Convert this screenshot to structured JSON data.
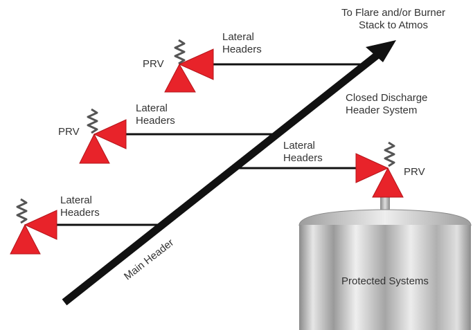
{
  "colors": {
    "pipe": "#111111",
    "valve_red": "#e8232a",
    "valve_red_dark": "#b3141a",
    "spring": "#555555",
    "tank_light": "#e9e9e9",
    "tank_dark": "#8a8a8a",
    "text": "#333333"
  },
  "labels": {
    "flare_line1": "To Flare and/or Burner",
    "flare_line2": "Stack to Atmos",
    "closed_line1": "Closed Discharge",
    "closed_line2": "Header System",
    "main_header": "Main Header",
    "protected_systems": "Protected Systems"
  },
  "laterals": [
    {
      "line1": "Lateral",
      "line2": "Headers",
      "valve": "PRV"
    },
    {
      "line1": "Lateral",
      "line2": "Headers",
      "valve": "PRV"
    },
    {
      "line1": "Lateral",
      "line2": "Headers",
      "valve": "PRV"
    },
    {
      "line1": "Lateral",
      "line2": "Headers",
      "valve": ""
    }
  ],
  "icons": {
    "valve": "relief-valve-icon",
    "spring": "spring-icon",
    "arrow": "flow-arrow-icon",
    "tank": "vessel-icon"
  }
}
